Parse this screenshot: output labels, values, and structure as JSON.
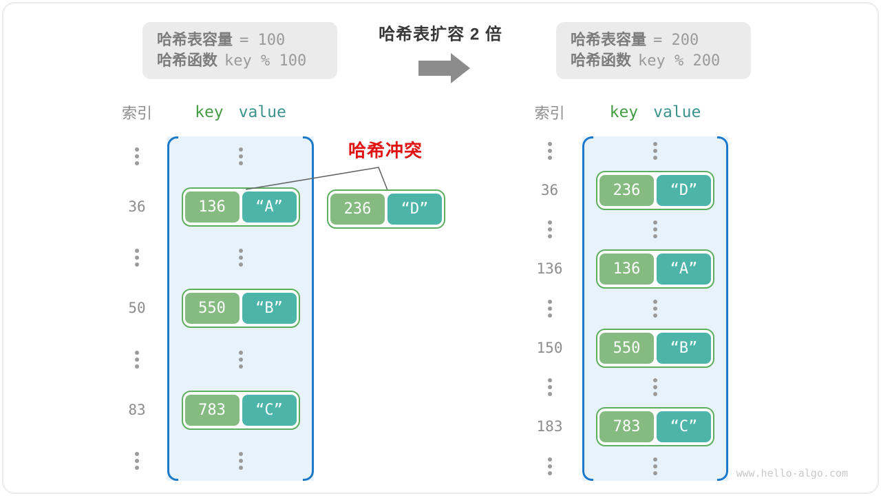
{
  "title": "哈希表扩容 2 倍",
  "watermark": "www.hello-algo.com",
  "collision_label": "哈希冲突",
  "info_before": {
    "l1_label": "哈希表容量",
    "l1_value": "= 100",
    "l2_label": "哈希函数",
    "l2_value": "key % 100"
  },
  "info_after": {
    "l1_label": "哈希表容量",
    "l1_value": "= 200",
    "l2_label": "哈希函数",
    "l2_value": "key % 200"
  },
  "headers": {
    "index": "索引",
    "key": "key",
    "value": "value"
  },
  "table_before": {
    "rows": [
      {
        "type": "ellipsis"
      },
      {
        "type": "pair",
        "index": "36",
        "key": "136",
        "value": "“A”"
      },
      {
        "type": "ellipsis"
      },
      {
        "type": "pair",
        "index": "50",
        "key": "550",
        "value": "“B”"
      },
      {
        "type": "ellipsis"
      },
      {
        "type": "pair",
        "index": "83",
        "key": "783",
        "value": "“C”"
      },
      {
        "type": "ellipsis"
      }
    ]
  },
  "table_after": {
    "rows": [
      {
        "type": "ellipsis"
      },
      {
        "type": "pair",
        "index": "36",
        "key": "236",
        "value": "“D”"
      },
      {
        "type": "ellipsis"
      },
      {
        "type": "pair",
        "index": "136",
        "key": "136",
        "value": "“A”"
      },
      {
        "type": "ellipsis"
      },
      {
        "type": "pair",
        "index": "150",
        "key": "550",
        "value": "“B”"
      },
      {
        "type": "ellipsis"
      },
      {
        "type": "pair",
        "index": "183",
        "key": "783",
        "value": "“C”"
      },
      {
        "type": "ellipsis"
      }
    ]
  },
  "collision_pair": {
    "key": "236",
    "value": "“D”"
  },
  "colors": {
    "key_fill": "#85ba81",
    "value_fill": "#4db4aa",
    "pair_border": "#5caf5f",
    "key_header": "#449b44",
    "value_header": "#3b948c",
    "table_fill": "#e8f2fb",
    "table_border": "#1b79c9",
    "collision_red": "#e01212",
    "arrow_gray": "#8c8c8c"
  }
}
